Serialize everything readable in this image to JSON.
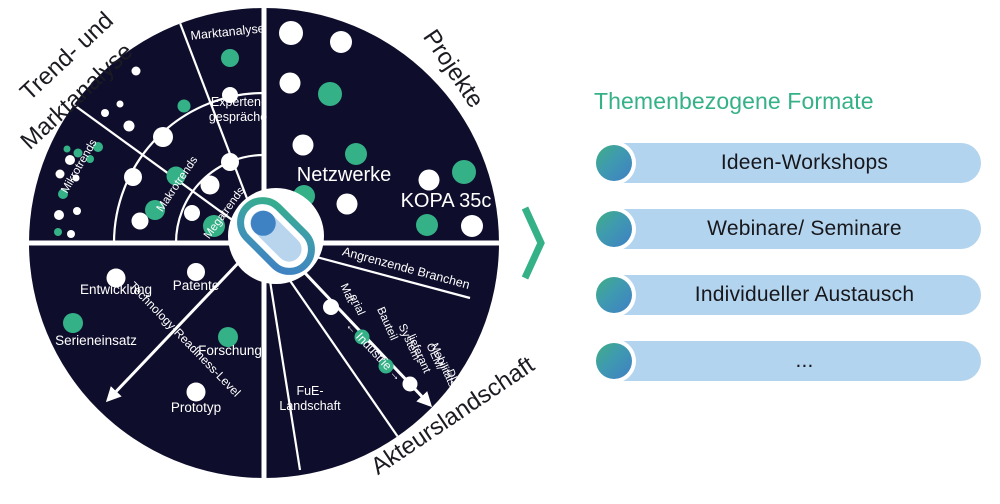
{
  "meta": {
    "colors": {
      "navy": "#0e0e2c",
      "green": "#35b187",
      "white": "#ffffff",
      "pill_blue": "#b3d4ee",
      "dot_gradient_start": "#3fae84",
      "dot_gradient_end": "#3f7fc4",
      "logo_blue": "#3f7fc4",
      "logo_light_blue": "#b9d5ee"
    },
    "background": "#ffffff"
  },
  "wheel": {
    "center_logo": {
      "name": "pill-logo",
      "description": "rounded pill outline with blue dot"
    },
    "quadrants": [
      {
        "id": "trend-und-marktanalyse",
        "outer_label": "Trend- und\nMarktanalyse",
        "outer_label_line1": "Trend- und",
        "outer_label_line2": "Marktanalyse",
        "ring_labels": [
          "Mikrotrends",
          "Makrotrends",
          "Megatrends"
        ],
        "sector_labels": [
          "Marktanalyse",
          "Experten-\ngespräche"
        ],
        "sector_label_1": "Marktanalyse",
        "sector_label_2a": "Experten-",
        "sector_label_2b": "gespräche"
      },
      {
        "id": "projekte",
        "outer_label": "Projekte",
        "inner_labels": [
          "Netzwerke",
          "KOPA 35c"
        ],
        "inner_label_1": "Netzwerke",
        "inner_label_2": "KOPA 35c"
      },
      {
        "id": "technology-readiness-level",
        "axis_label": "Technology-Readiness-Level",
        "items": [
          "Entwicklung",
          "Patente",
          "Serieneinsatz",
          "Forschung",
          "Prototyp"
        ],
        "item_1": "Entwicklung",
        "item_2": "Patente",
        "item_3": "Serieneinsatz",
        "item_4": "Forschung",
        "item_5": "Prototyp"
      },
      {
        "id": "akteurslandschaft",
        "outer_label": "Akteurslandschaft",
        "sector_label_1": "Angrenzende Branchen",
        "sector_label_2a": "FuE-",
        "sector_label_2b": "Landschaft",
        "axis_label": "← Industrie →",
        "chain": [
          "Mat-\nerial",
          "Bauteil",
          "System-\nlieferant",
          "OEM/\nMobilitäts-\nDL."
        ],
        "chain_1a": "Mat-",
        "chain_1b": "erial",
        "chain_2": "Bauteil",
        "chain_3a": "System-",
        "chain_3b": "lieferant",
        "chain_4a": "OEM/",
        "chain_4b": "Mobilitäts-",
        "chain_4c": "DL."
      }
    ]
  },
  "separator": {
    "name": "chevron-right",
    "glyph": "›",
    "color": "#35b187"
  },
  "panel": {
    "title": "Themenbezogene Formate",
    "formats": [
      {
        "label": "Ideen-Workshops"
      },
      {
        "label": "Webinare/ Seminare"
      },
      {
        "label": "Individueller Austausch"
      },
      {
        "label": "..."
      }
    ]
  }
}
